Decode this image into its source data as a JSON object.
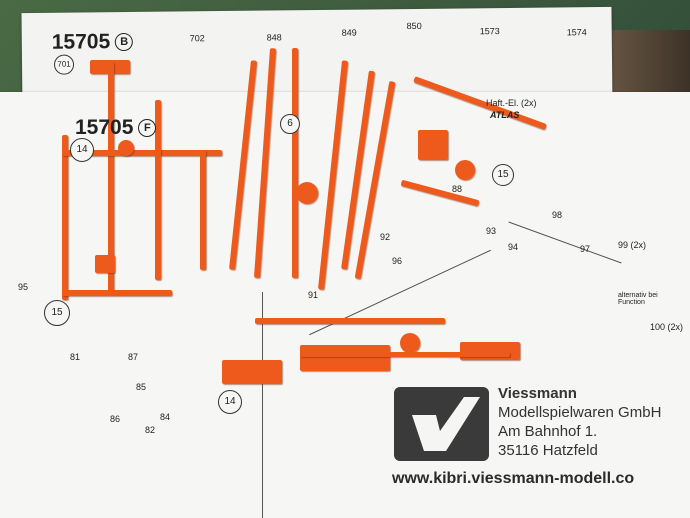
{
  "sheet_top": {
    "code": "15705",
    "variant": "B",
    "part_labels": [
      "701",
      "702",
      "848",
      "849",
      "850",
      "1573",
      "1574"
    ]
  },
  "sheet_main": {
    "code": "15705",
    "variant": "F",
    "step_labels": [
      "14",
      "15",
      "14",
      "15",
      "6"
    ],
    "header_right": "Haft.-El. (2x)",
    "atlas_label": "ATLAS",
    "part_numbers": [
      "81",
      "87",
      "85",
      "86",
      "82",
      "84",
      "88",
      "91",
      "92",
      "93",
      "94",
      "96",
      "97",
      "98",
      "99 (2x)",
      "100 (2x)",
      "95"
    ],
    "alt_label": "alternativ bei Function"
  },
  "manufacturer": {
    "brand": "Viessmann",
    "company": "Modellspielwaren GmbH",
    "street": "Am Bahnhof 1.",
    "city": "35116 Hatzfeld",
    "website": "www.kibri.viessmann-modell.co"
  },
  "colors": {
    "sprue": "#ee5a1c",
    "paper": "#f5f5f3",
    "mat": "#3f5a3a"
  }
}
